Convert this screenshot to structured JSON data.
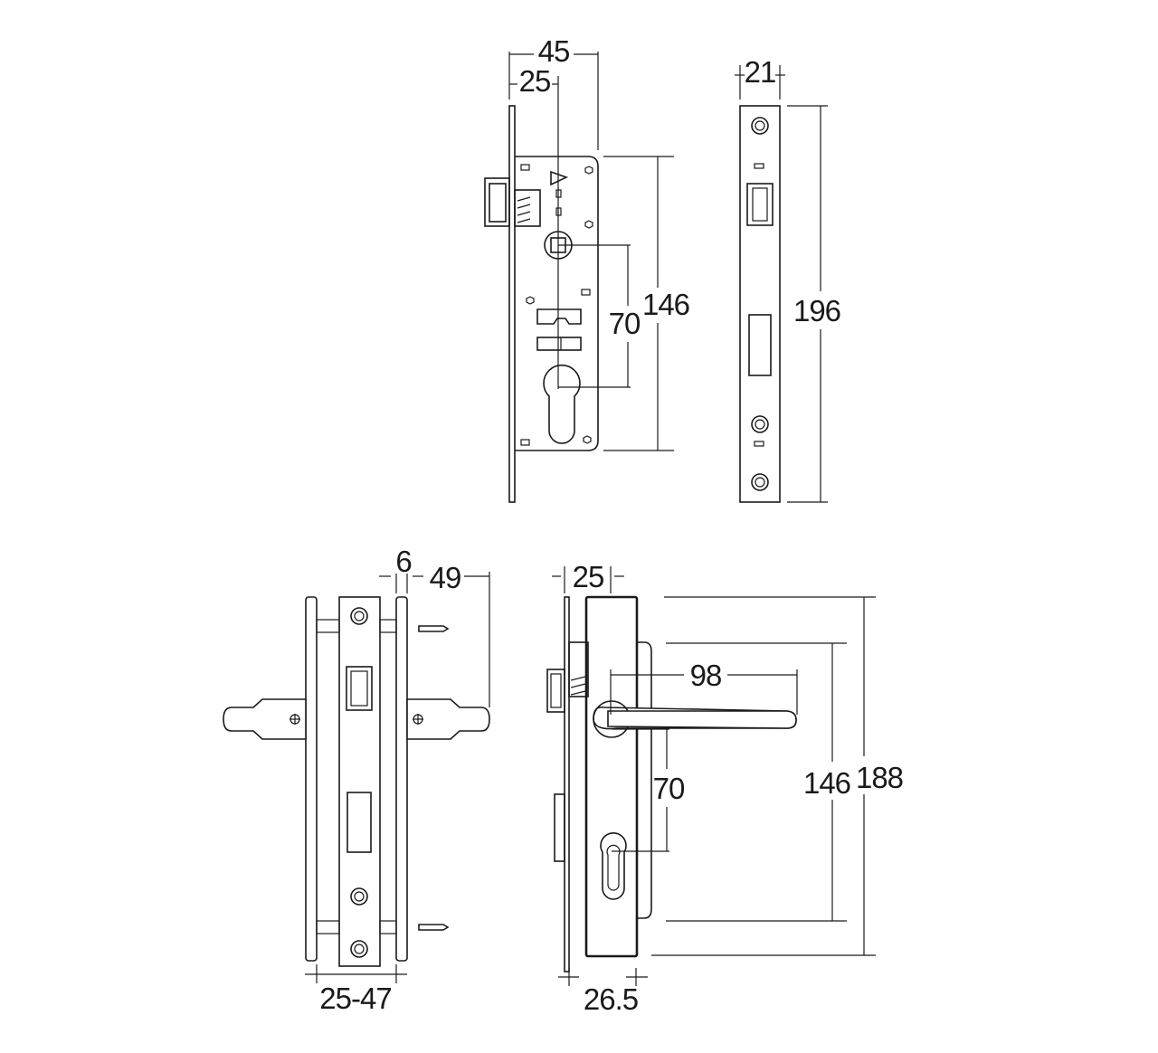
{
  "dimensions": {
    "top_front_width": "45",
    "top_front_backset": "25",
    "top_front_centers": "70",
    "top_front_height": "146",
    "faceplate_width": "21",
    "faceplate_height": "196",
    "bottom_left_gap": "6",
    "bottom_left_projection": "49",
    "bottom_left_door_thickness": "25-47",
    "side_backset": "25",
    "side_handle_length": "98",
    "side_centers": "70",
    "side_inner_height": "146",
    "side_outer_height": "188",
    "side_plate_width": "26.5"
  },
  "colors": {
    "line": "#1a1a1a",
    "background": "#ffffff"
  }
}
